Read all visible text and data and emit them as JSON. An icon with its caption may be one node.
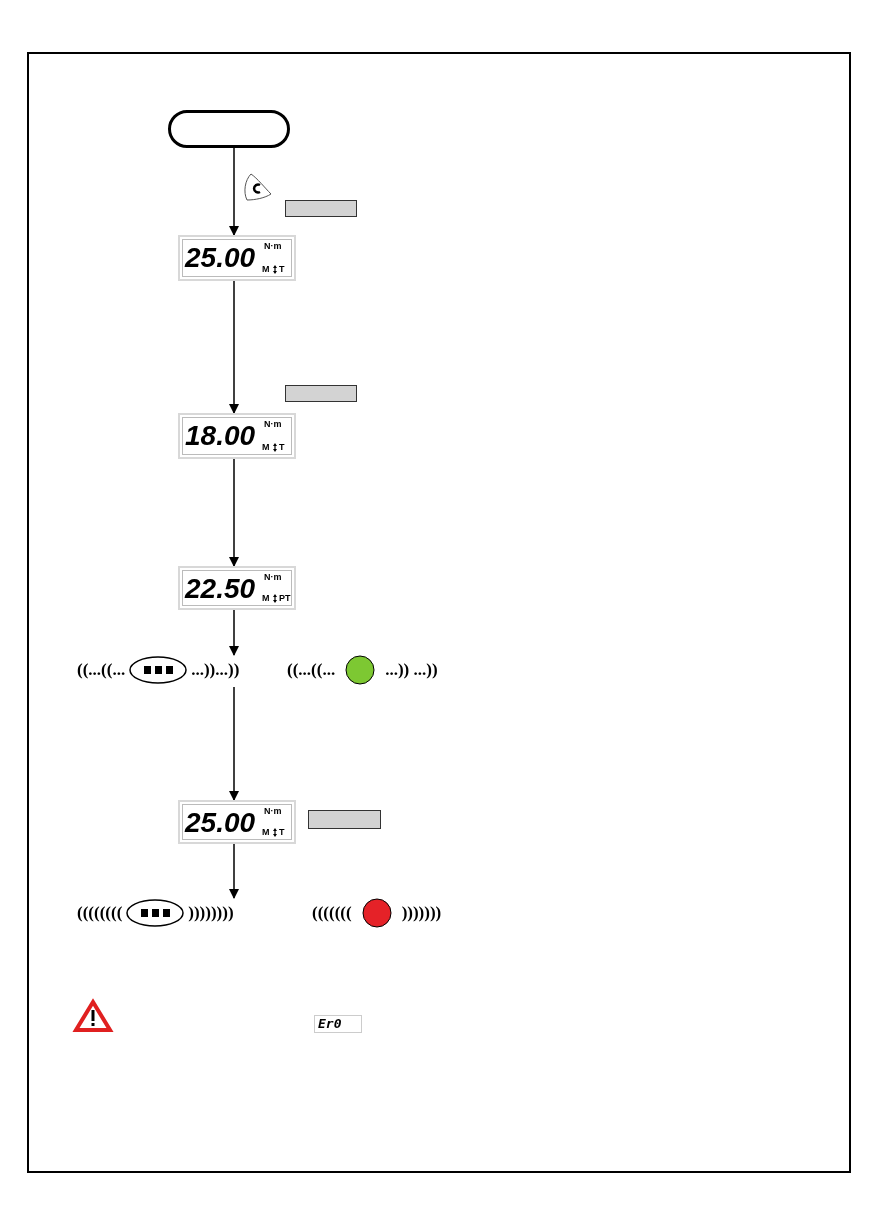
{
  "diagram": {
    "nodes": [
      {
        "text": [],
        "shape": "box"
      },
      {
        "text": [
          "25.00",
          "N·m",
          "M",
          "T"
        ]
      },
      {
        "text": [
          "18.00",
          "N·m",
          "M",
          "T"
        ]
      },
      {
        "text": [
          "22.50",
          "N·m",
          "M",
          "PT"
        ]
      },
      {
        "text": [
          "((...((...",
          "...))...))"
        ]
      },
      {
        "text": [
          "25.00",
          "N·m",
          "M",
          "T"
        ]
      },
      {
        "text": [
          "((((((((",
          "))))))))"
        ]
      }
    ],
    "edges": [
      {
        "from": 0,
        "to": 1,
        "arrow": "to"
      },
      {
        "from": 1,
        "to": 2,
        "arrow": "to"
      },
      {
        "from": 2,
        "to": 3,
        "arrow": "to"
      },
      {
        "from": 3,
        "to": 4,
        "arrow": "to"
      },
      {
        "from": 4,
        "to": 5,
        "arrow": "to"
      },
      {
        "from": 5,
        "to": 6,
        "arrow": "to"
      }
    ],
    "labels": [
      "((...((...",
      "...)) ...))",
      "(((((((",
      ")))))))",
      "Er0"
    ]
  }
}
